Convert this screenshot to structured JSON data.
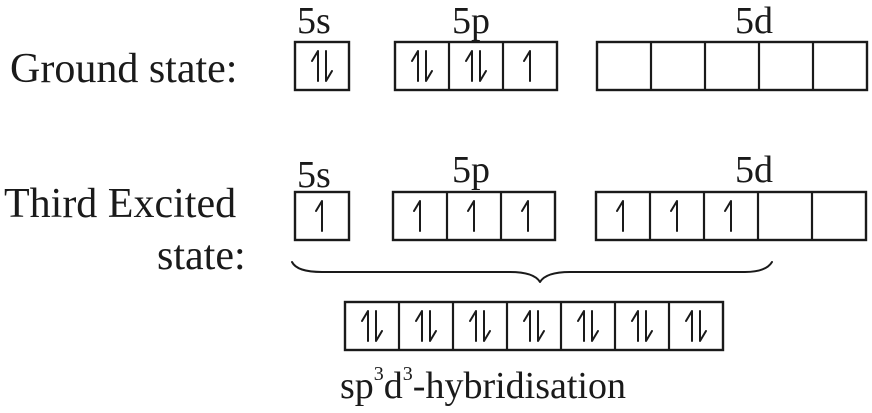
{
  "ground": {
    "label": "Ground state:",
    "s": {
      "name": "5s",
      "boxes": [
        "pair"
      ]
    },
    "p": {
      "name": "5p",
      "boxes": [
        "pair",
        "pair",
        "up"
      ]
    },
    "d": {
      "name": "5d",
      "boxes": [
        "empty",
        "empty",
        "empty",
        "empty",
        "empty"
      ]
    }
  },
  "excited": {
    "label_line1": "Third Excited",
    "label_line2": "state:",
    "s": {
      "name": "5s",
      "boxes": [
        "up"
      ]
    },
    "p": {
      "name": "5p",
      "boxes": [
        "up",
        "up",
        "up"
      ]
    },
    "d": {
      "name": "5d",
      "boxes": [
        "up",
        "up",
        "up",
        "empty",
        "empty"
      ]
    }
  },
  "hybrid": {
    "boxes": [
      "pair",
      "pair",
      "pair",
      "pair",
      "pair",
      "pair",
      "pair"
    ],
    "caption_sp": "sp",
    "caption_sup1": "3",
    "caption_d": "d",
    "caption_sup2": "3",
    "caption_tail": "-hybridisation"
  }
}
